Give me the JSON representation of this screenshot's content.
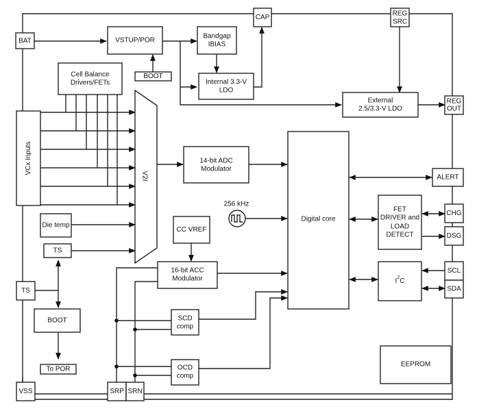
{
  "pins": {
    "bat": "BAT",
    "cap": "CAP",
    "reg_src_1": "REG",
    "reg_src_2": "SRC",
    "reg_out_1": "REG",
    "reg_out_2": "OUT",
    "alert": "ALERT",
    "chg": "CHG",
    "dsg": "DSG",
    "scl": "SCL",
    "sda": "SDA",
    "ts": "TS",
    "vss": "VSS",
    "srp": "SRP",
    "srn": "SRN"
  },
  "blocks": {
    "vstup_por": "VSTUP/POR",
    "boot_small": "BOOT",
    "bandgap_1": "Bandgap",
    "bandgap_2": "IBIAS",
    "int_ldo_1": "Internal 3.3-V",
    "int_ldo_2": "LDO",
    "ext_ldo_1": "External",
    "ext_ldo_2": "2.5/3.3-V LDO",
    "cell_balance_1": "Cell Balance",
    "cell_balance_2": "Drivers/FETs",
    "vcx_inputs": "VCx Inputs",
    "v2i": "V2I",
    "adc_1": "14-bit ADC",
    "adc_2": "Modulator",
    "die_temp": "Die temp",
    "ts_inner": "TS",
    "cc_vref": "CC VREF",
    "acc_1": "16-bit ACC",
    "acc_2": "Modulator",
    "clock": "256 kHz",
    "digital_core": "Digital core",
    "fet_1": "FET",
    "fet_2": "DRIVER and",
    "fet_3": "LOAD",
    "fet_4": "DETECT",
    "i2c_base": "I",
    "i2c_sup": "2",
    "i2c_tail": "C",
    "boot_large": "BOOT",
    "to_por": "To POR",
    "scd_1": "SCD",
    "scd_2": "comp",
    "ocd_1": "OCD",
    "ocd_2": "comp",
    "eeprom": "EEPROM"
  }
}
